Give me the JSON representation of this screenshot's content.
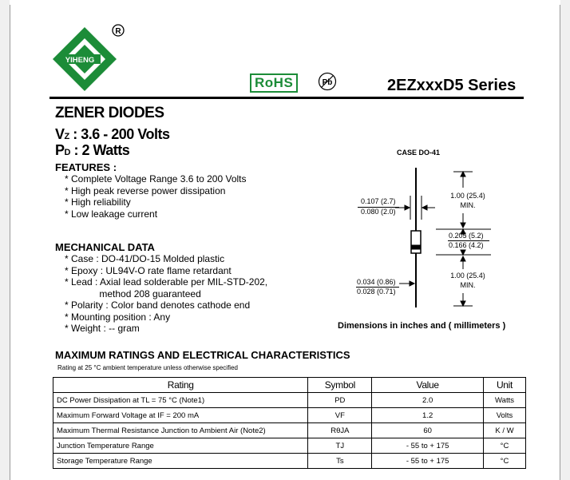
{
  "brand": {
    "name": "YIHENG",
    "registered": "®",
    "rohs": "RoHS",
    "pb": "Pb"
  },
  "header": {
    "series": "2EZxxxD5 Series"
  },
  "title": "ZENER DIODES",
  "specs": [
    {
      "main": "V",
      "sub": "Z",
      "value": " : 3.6 - 200 Volts"
    },
    {
      "main": "P",
      "sub": "D",
      "value": " : 2 Watts"
    }
  ],
  "features": {
    "heading": "FEATURES :",
    "items": [
      "* Complete Voltage Range 3.6 to 200 Volts",
      "* High peak reverse power dissipation",
      "* High reliability",
      "* Low leakage current"
    ]
  },
  "mechanical": {
    "heading": "MECHANICAL DATA",
    "items": [
      "* Case : DO-41/DO-15 Molded plastic",
      "* Epoxy : UL94V-O rate flame retardant",
      "* Lead : Axial lead solderable per MIL-STD-202,",
      "             method 208 guaranteed",
      "* Polarity : Color band denotes cathode end",
      "* Mounting position : Any",
      "* Weight : -- gram"
    ]
  },
  "diagram": {
    "case": "CASE DO-41",
    "lead_dia_max": "0.107 (2.7)",
    "lead_dia_min": "0.080 (2.0)",
    "lead_len_top_a": "1.00 (25.4)",
    "lead_len_top_b": "MIN.",
    "body_len_max": "0.205 (5.2)",
    "body_len_min": "0.166 (4.2)",
    "wire_dia_max": "0.034 (0.86)",
    "wire_dia_min": "0.028 (0.71)",
    "lead_len_bot_a": "1.00 (25.4)",
    "lead_len_bot_b": "MIN.",
    "note": "Dimensions in inches and ( millimeters )"
  },
  "ratings": {
    "heading": "MAXIMUM RATINGS AND ELECTRICAL CHARACTERISTICS",
    "note": "Rating at 25 °C ambient temperature unless otherwise specified",
    "columns": [
      "Rating",
      "Symbol",
      "Value",
      "Unit"
    ],
    "rows": [
      {
        "rating": "DC Power Dissipation at TL = 75 °C (Note1)",
        "symbol": "PD",
        "value": "2.0",
        "unit": "Watts"
      },
      {
        "rating": "Maximum Forward Voltage at IF = 200 mA",
        "symbol": "VF",
        "value": "1.2",
        "unit": "Volts"
      },
      {
        "rating": "Maximum Thermal Resistance Junction to Ambient Air (Note2)",
        "symbol": "RθJA",
        "value": "60",
        "unit": "K / W"
      },
      {
        "rating": "Junction Temperature Range",
        "symbol": "TJ",
        "value": "- 55 to + 175",
        "unit": "°C"
      },
      {
        "rating": "Storage Temperature Range",
        "symbol": "Ts",
        "value": "- 55 to + 175",
        "unit": "°C"
      }
    ]
  },
  "colors": {
    "brand_green": "#1c8c38",
    "rohs_green": "#1c8c38"
  }
}
